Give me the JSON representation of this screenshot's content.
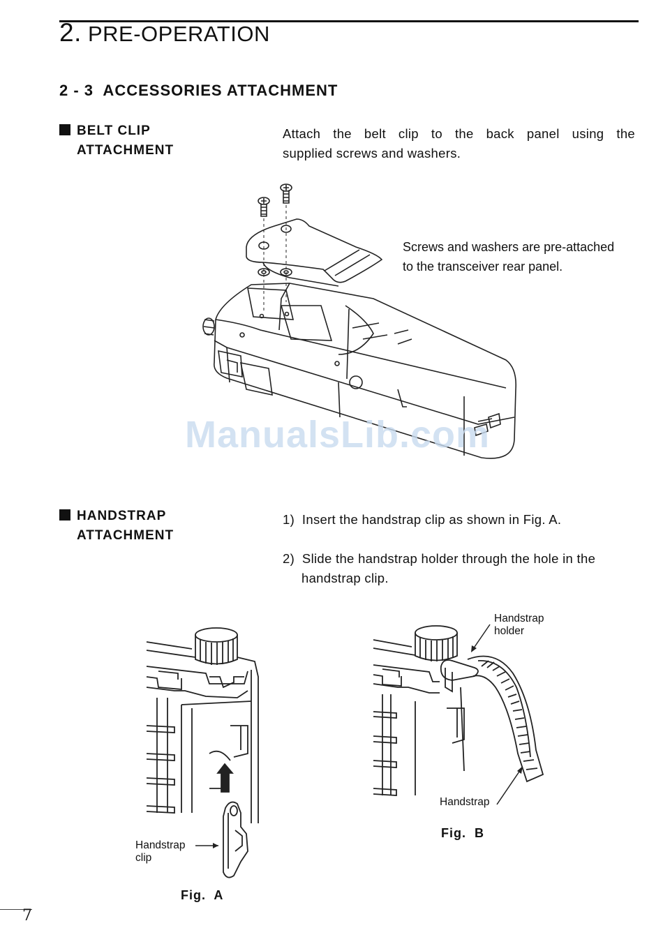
{
  "header": {
    "chapter_number": "2.",
    "chapter_title": "PRE-OPERATION"
  },
  "section": {
    "title": "2 - 3  ACCESSORIES ATTACHMENT"
  },
  "belt_clip": {
    "heading_line1": "BELT CLIP",
    "heading_line2": "ATTACHMENT",
    "instruction_line1": "Attach the belt clip to the back panel using the",
    "instruction_line2": "supplied screws and washers.",
    "note_line1": "Screws and washers are pre-attached",
    "note_line2": "to the transceiver rear panel."
  },
  "handstrap": {
    "heading_line1": "HANDSTRAP",
    "heading_line2": "ATTACHMENT",
    "step1": "1)  Insert the handstrap clip as shown in Fig. A.",
    "step2_line1": "2)  Slide the handstrap holder through the hole in the",
    "step2_line2": "handstrap clip."
  },
  "figure_a": {
    "label_line1": "Handstrap",
    "label_line2": "clip",
    "caption": "Fig.  A"
  },
  "figure_b": {
    "holder_label_line1": "Handstrap",
    "holder_label_line2": "holder",
    "strap_label": "Handstrap",
    "caption": "Fig.  B"
  },
  "watermark": "ManualsLib.com",
  "page_number": "7"
}
